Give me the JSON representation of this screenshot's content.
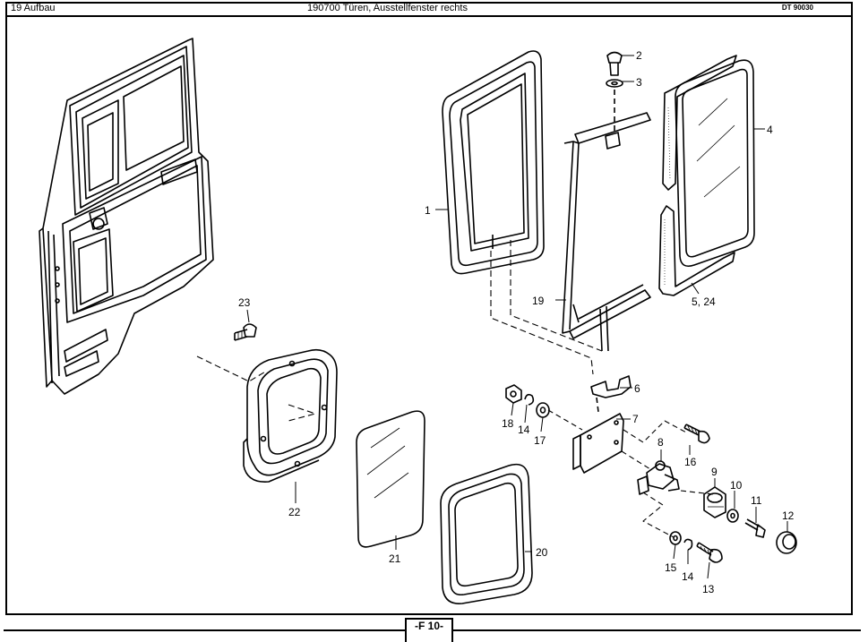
{
  "header": {
    "section": "19 Aufbau",
    "title": "190700  Türen, Ausstellfenster rechts",
    "code": "DT 90030"
  },
  "footer": {
    "page": "-F 10-"
  },
  "callouts": {
    "c1": "1",
    "c2": "2",
    "c3": "3",
    "c4": "4",
    "c5": "5, 24",
    "c6": "6",
    "c7": "7",
    "c8": "8",
    "c9": "9",
    "c10": "10",
    "c11": "11",
    "c12": "12",
    "c13": "13",
    "c14a": "14",
    "c14b": "14",
    "c15": "15",
    "c16": "16",
    "c17": "17",
    "c18": "18",
    "c19": "19",
    "c20": "20",
    "c21": "21",
    "c22": "22",
    "c23": "23"
  }
}
